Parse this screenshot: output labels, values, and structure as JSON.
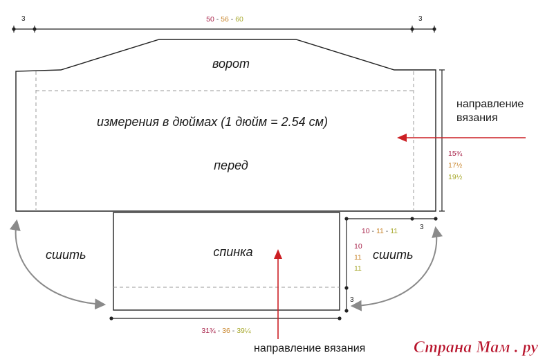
{
  "colors": {
    "size1": "#a8234a",
    "size2": "#c8842a",
    "size3": "#a7a82c",
    "outline": "#222222",
    "dash": "#9a9a9a",
    "arrow_red": "#cc1f24",
    "arrow_gray": "#8a8a8a",
    "watermark": "#b7122a"
  },
  "top_dims": {
    "left_margin": "3",
    "width_s1": "50",
    "width_s2": "56",
    "width_s3": "60",
    "sep": " - ",
    "right_margin": "3"
  },
  "front_piece": {
    "collar_label": "ворот",
    "units_note": "измерения в дюймах (1 дюйм = 2.54 см)",
    "front_label": "перед",
    "height_s1": "15¾",
    "height_s2": "17½",
    "height_s3": "19½"
  },
  "knit_direction_right": {
    "line1": "направление",
    "line2": "вязания"
  },
  "back_piece": {
    "label": "спинка",
    "width_s1": "31¾",
    "width_s2": "36",
    "width_s3": "39¼",
    "sep": " - "
  },
  "side_dims": {
    "width_s1": "10",
    "width_s2": "11",
    "width_s3": "11",
    "sep": " - ",
    "top_margin": "3",
    "height_s1": "10",
    "height_s2": "11",
    "height_s3": "11",
    "bottom_margin": "3"
  },
  "sew_left": "сшить",
  "sew_right": "сшить",
  "knit_direction_bottom": "направление вязания",
  "watermark": "Страна Мам . ру",
  "icons": [
    "red-arrow-left-icon",
    "red-arrow-up-icon",
    "gray-curved-arrow-icon"
  ]
}
